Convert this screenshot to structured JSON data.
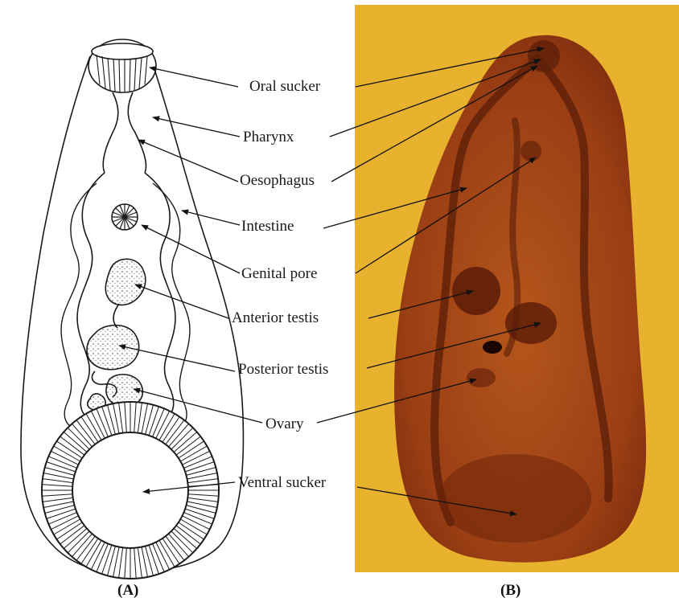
{
  "panels": {
    "a": {
      "label": "(A)"
    },
    "b": {
      "label": "(B)",
      "background": "#e8b12e",
      "specimen_color": "#9a3e14"
    }
  },
  "labels": {
    "oral_sucker": "Oral sucker",
    "pharynx": "Pharynx",
    "oesophagus": "Oesophagus",
    "intestine": "Intestine",
    "genital_pore": "Genital pore",
    "anterior_testis": "Anterior testis",
    "posterior_testis": "Posterior testis",
    "ovary": "Ovary",
    "ventral_sucker": "Ventral sucker"
  }
}
